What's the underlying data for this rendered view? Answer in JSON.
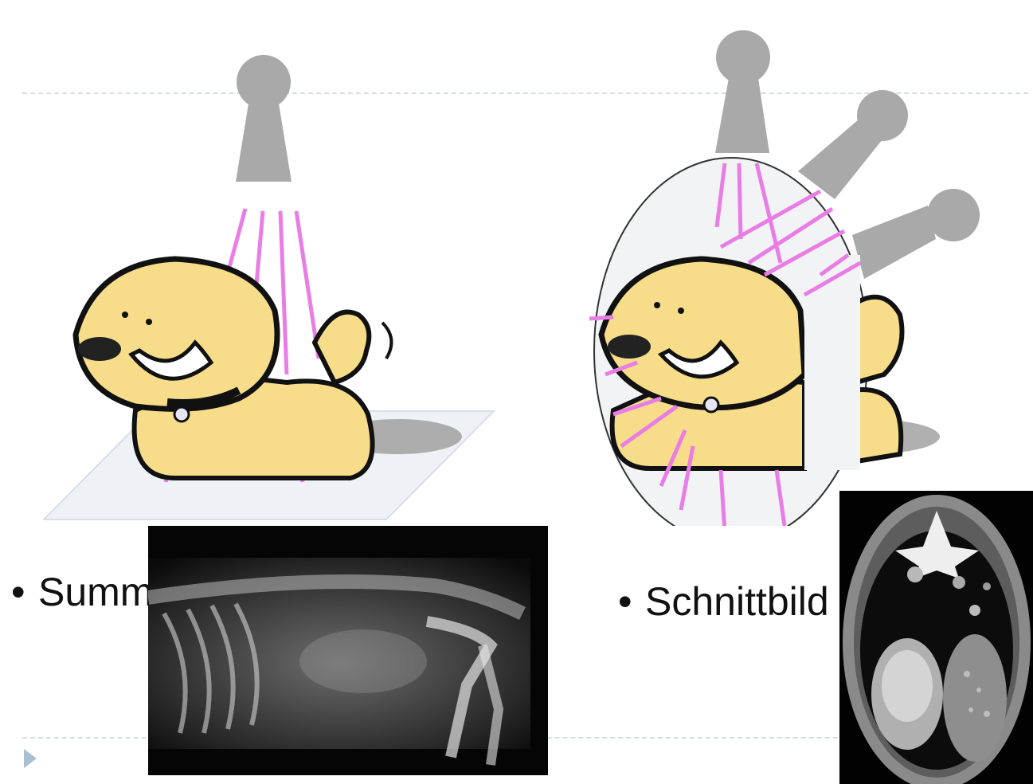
{
  "labels": {
    "left": "Summationsbild",
    "right": "Schnittbild",
    "bullet": "•"
  },
  "colors": {
    "tube": "#a9a9a9",
    "beam": "#e97de6",
    "dog_fur": "#f7dd8a",
    "dog_shadow": "#f6e6a6",
    "outline": "#111111",
    "divider": "#d7dde6"
  },
  "icons": {
    "tube": "xray-tube-icon",
    "dog": "dog-illustration",
    "nav": "next-slide-arrow-icon"
  }
}
